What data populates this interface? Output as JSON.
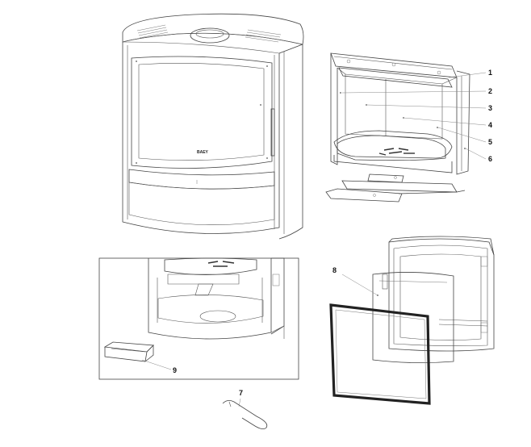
{
  "diagram": {
    "brand_label": "BAEY",
    "callouts": [
      "1",
      "2",
      "3",
      "4",
      "5",
      "6",
      "7",
      "8",
      "9"
    ],
    "parts": [
      "stove-body",
      "firebox-liner-assembly",
      "base-plate-and-ash-parts",
      "ash-pan",
      "poker-handle",
      "glass-door-assembly"
    ]
  }
}
